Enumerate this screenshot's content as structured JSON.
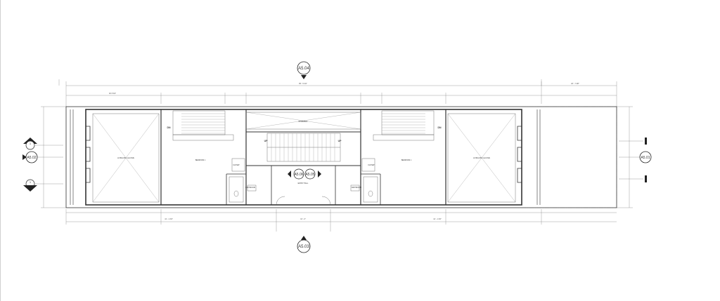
{
  "sections": {
    "top": "A5.04",
    "bottom": "A5.03",
    "left": "A5.02",
    "right": "A5.01",
    "center_left": "A5.06",
    "center_right": "A5.05"
  },
  "markers": {
    "wall_elev_top": "1",
    "wall_elev_bottom": "1"
  },
  "overall_dims": {
    "top_total": "85' - 5 3/4\"",
    "top_left_ext": "32'-5 3/4\"",
    "right_ext": "20' - 7 3/8\"",
    "bottom_left": "41' - 1 3/4\"",
    "bottom_mid": "10' - 0\"",
    "bottom_right": "41' - 1 3/4\""
  },
  "labels": {
    "left_bedroom": "LIVING RM / ALCOVE",
    "right_bedroom": "LIVING RM / ALCOVE",
    "left_kitchen": "BEDROOM 1",
    "right_kitchen": "BEDROOM 1",
    "stair": "STAIRWELL",
    "hall": "ENTRY HALL",
    "left_bath": "BATHROOM",
    "right_bath": "BATHROOM",
    "left_closet": "CLOSET",
    "right_closet": "CLOSET",
    "dn_left": "DN",
    "dn_right": "DN",
    "up_left": "UP",
    "up_right": "UP"
  }
}
